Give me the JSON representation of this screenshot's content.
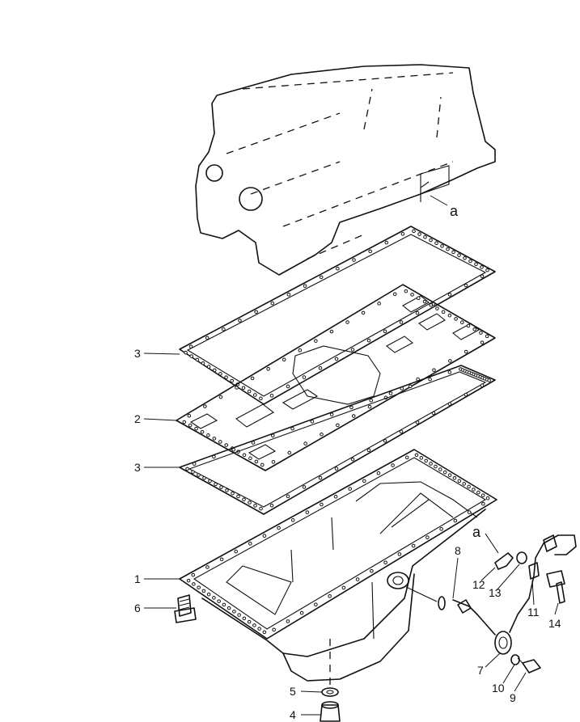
{
  "callouts": {
    "c1": "1",
    "c2": "2",
    "c3a": "3",
    "c3b": "3",
    "c4": "4",
    "c5": "5",
    "c6": "6",
    "c7": "7",
    "c8": "8",
    "c9": "9",
    "c10": "10",
    "c11": "11",
    "c12": "12",
    "c13": "13",
    "c14": "14",
    "ref_a_block": "a",
    "ref_a_bracket": "a"
  }
}
